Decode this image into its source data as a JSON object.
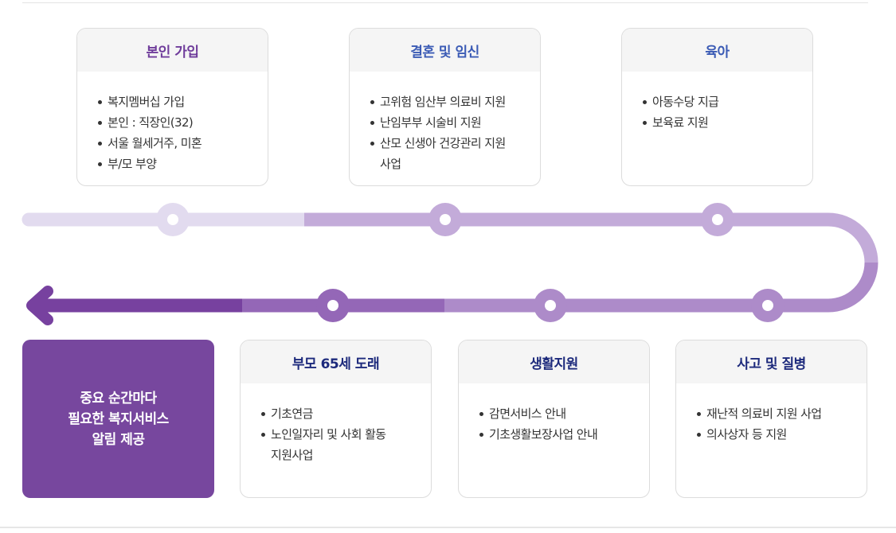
{
  "stages_top": [
    {
      "title": "본인 가입",
      "items": [
        "복지멤버십 가입",
        "본인 : 직장인(32)",
        "서울 월세거주, 미혼",
        "부/모 부양"
      ]
    },
    {
      "title": "결혼 및 임신",
      "items": [
        "고위험 임산부 의료비 지원",
        "난임부부 시술비 지원",
        "산모 신생아 건강관리 지원\n사업"
      ]
    },
    {
      "title": "육아",
      "items": [
        "아동수당 지급",
        "보육료 지원"
      ]
    }
  ],
  "stages_bottom": [
    {
      "title": "부모 65세 도래",
      "items": [
        "기초연금",
        "노인일자리 및 사회 활동\n지원사업"
      ]
    },
    {
      "title": "생활지원",
      "items": [
        "감면서비스 안내",
        "기초생활보장사업 안내"
      ]
    },
    {
      "title": "사고 및 질병",
      "items": [
        "재난적 의료비 지원 사업",
        "의사상자 등 지원"
      ]
    }
  ],
  "summary": {
    "text": "중요 순간마다\n필요한 복지서비스\n알림 제공"
  },
  "colors": {
    "accent_purple": "#77479e",
    "title_purple": "#6f3c9b",
    "title_blue": "#3b5bb5",
    "title_navy": "#1d2a7c",
    "track_light": "#e1d9ee",
    "track_mid": "#c0a8d8",
    "track_dark": "#7e4ea8"
  },
  "icons": {
    "arrow": "arrow-left-icon",
    "node": "timeline-node-icon"
  }
}
